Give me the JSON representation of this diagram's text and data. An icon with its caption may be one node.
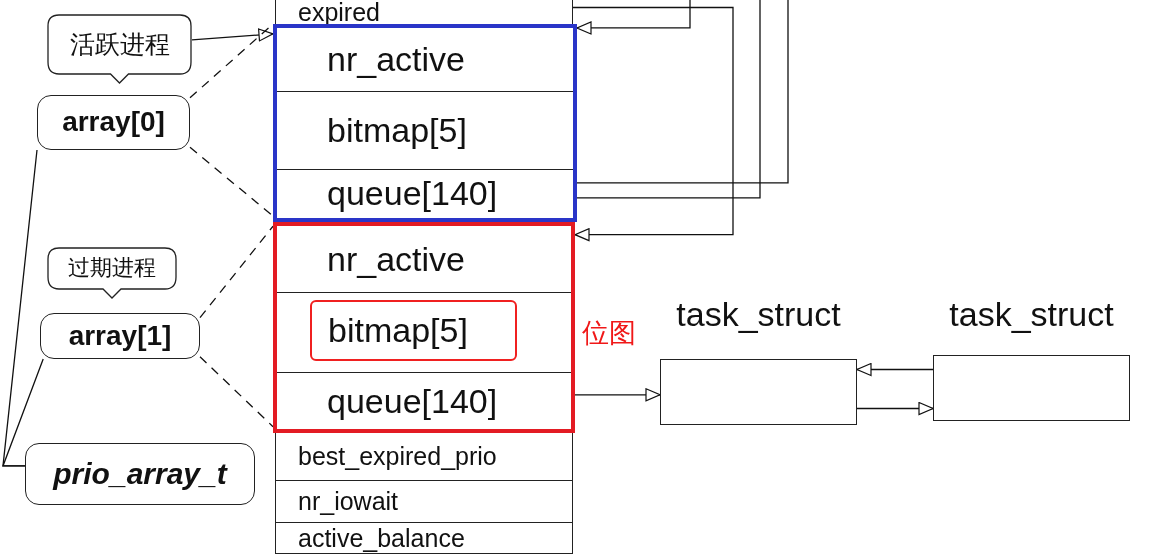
{
  "diagram": {
    "nodes": [
      {
        "text": [
          "活跃进程"
        ]
      },
      {
        "text": [
          "array[0]"
        ]
      },
      {
        "text": [
          "过期进程"
        ]
      },
      {
        "text": [
          "array[1]"
        ]
      },
      {
        "text": [
          "prio_array_t"
        ]
      },
      {
        "text": [
          "expired"
        ]
      },
      {
        "text": [],
        "shape": "box"
      },
      {
        "text": [
          "nr_active"
        ],
        "in": 6
      },
      {
        "text": [
          "bitmap[5]"
        ],
        "in": 6
      },
      {
        "text": [
          "queue[140]"
        ],
        "in": 6
      },
      {
        "text": [],
        "shape": "box"
      },
      {
        "text": [
          "nr_active"
        ],
        "in": 10
      },
      {
        "text": [
          "bitmap[5]"
        ],
        "in": 10
      },
      {
        "text": [
          "queue[140]"
        ],
        "in": 10
      },
      {
        "text": [
          "best_expired_prio"
        ]
      },
      {
        "text": [
          "nr_iowait"
        ]
      },
      {
        "text": [
          "active_balance"
        ]
      },
      {
        "text": [
          "task_struct"
        ]
      },
      {
        "text": [
          "task_struct"
        ]
      }
    ],
    "edges": [
      {
        "from": 0,
        "to": 6,
        "arrow": "to"
      },
      {
        "from": 1,
        "to": 6,
        "arrow": "none",
        "style": "dashed"
      },
      {
        "from": 1,
        "to": 6,
        "arrow": "none",
        "style": "dashed"
      },
      {
        "from": 3,
        "to": 10,
        "arrow": "none",
        "style": "dashed"
      },
      {
        "from": 3,
        "to": 10,
        "arrow": "none",
        "style": "dashed"
      },
      {
        "from": 4,
        "to": 1,
        "arrow": "none"
      },
      {
        "from": 4,
        "to": 3,
        "arrow": "none"
      },
      {
        "from": null,
        "to": 6,
        "arrow": "to"
      },
      {
        "from": 5,
        "to": 10,
        "arrow": "to"
      },
      {
        "from": 9,
        "to": null,
        "arrow": "none"
      },
      {
        "from": 9,
        "to": null,
        "arrow": "none"
      },
      {
        "from": 13,
        "to": 17,
        "arrow": "to"
      },
      {
        "from": 18,
        "to": 17,
        "arrow": "to"
      },
      {
        "from": 17,
        "to": 18,
        "arrow": "to"
      }
    ],
    "labels": [
      "位图"
    ]
  }
}
